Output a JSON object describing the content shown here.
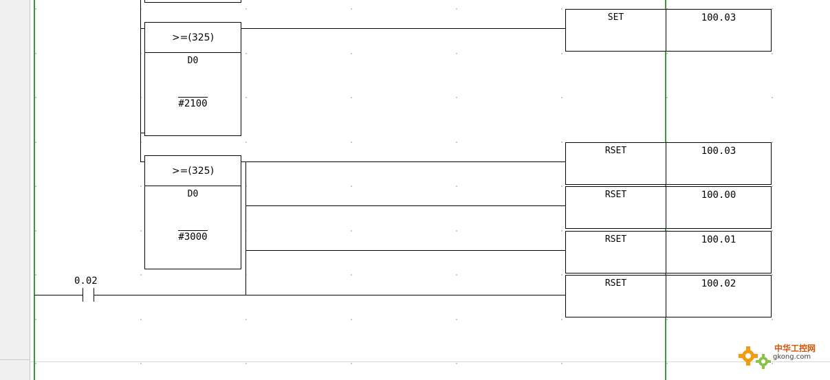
{
  "ladder": {
    "compare_blocks": [
      {
        "instruction": ">=(325)",
        "operand": "D0",
        "constant": "#2100"
      },
      {
        "instruction": ">=(325)",
        "operand": "D0",
        "constant": "#3000"
      }
    ],
    "outputs": [
      {
        "instruction": "SET",
        "operand": "100.03"
      },
      {
        "instruction": "RSET",
        "operand": "100.03"
      },
      {
        "instruction": "RSET",
        "operand": "100.00"
      },
      {
        "instruction": "RSET",
        "operand": "100.01"
      },
      {
        "instruction": "RSET",
        "operand": "100.02"
      }
    ],
    "contacts": [
      {
        "address": "0.02",
        "type": "normally-open"
      }
    ]
  },
  "colors": {
    "power_rail": "#3a9a3a",
    "wire": "#000000",
    "grid_dot": "#c8c8c8"
  },
  "watermark": {
    "brand": "中华工控网",
    "domain": "gkong.com"
  }
}
